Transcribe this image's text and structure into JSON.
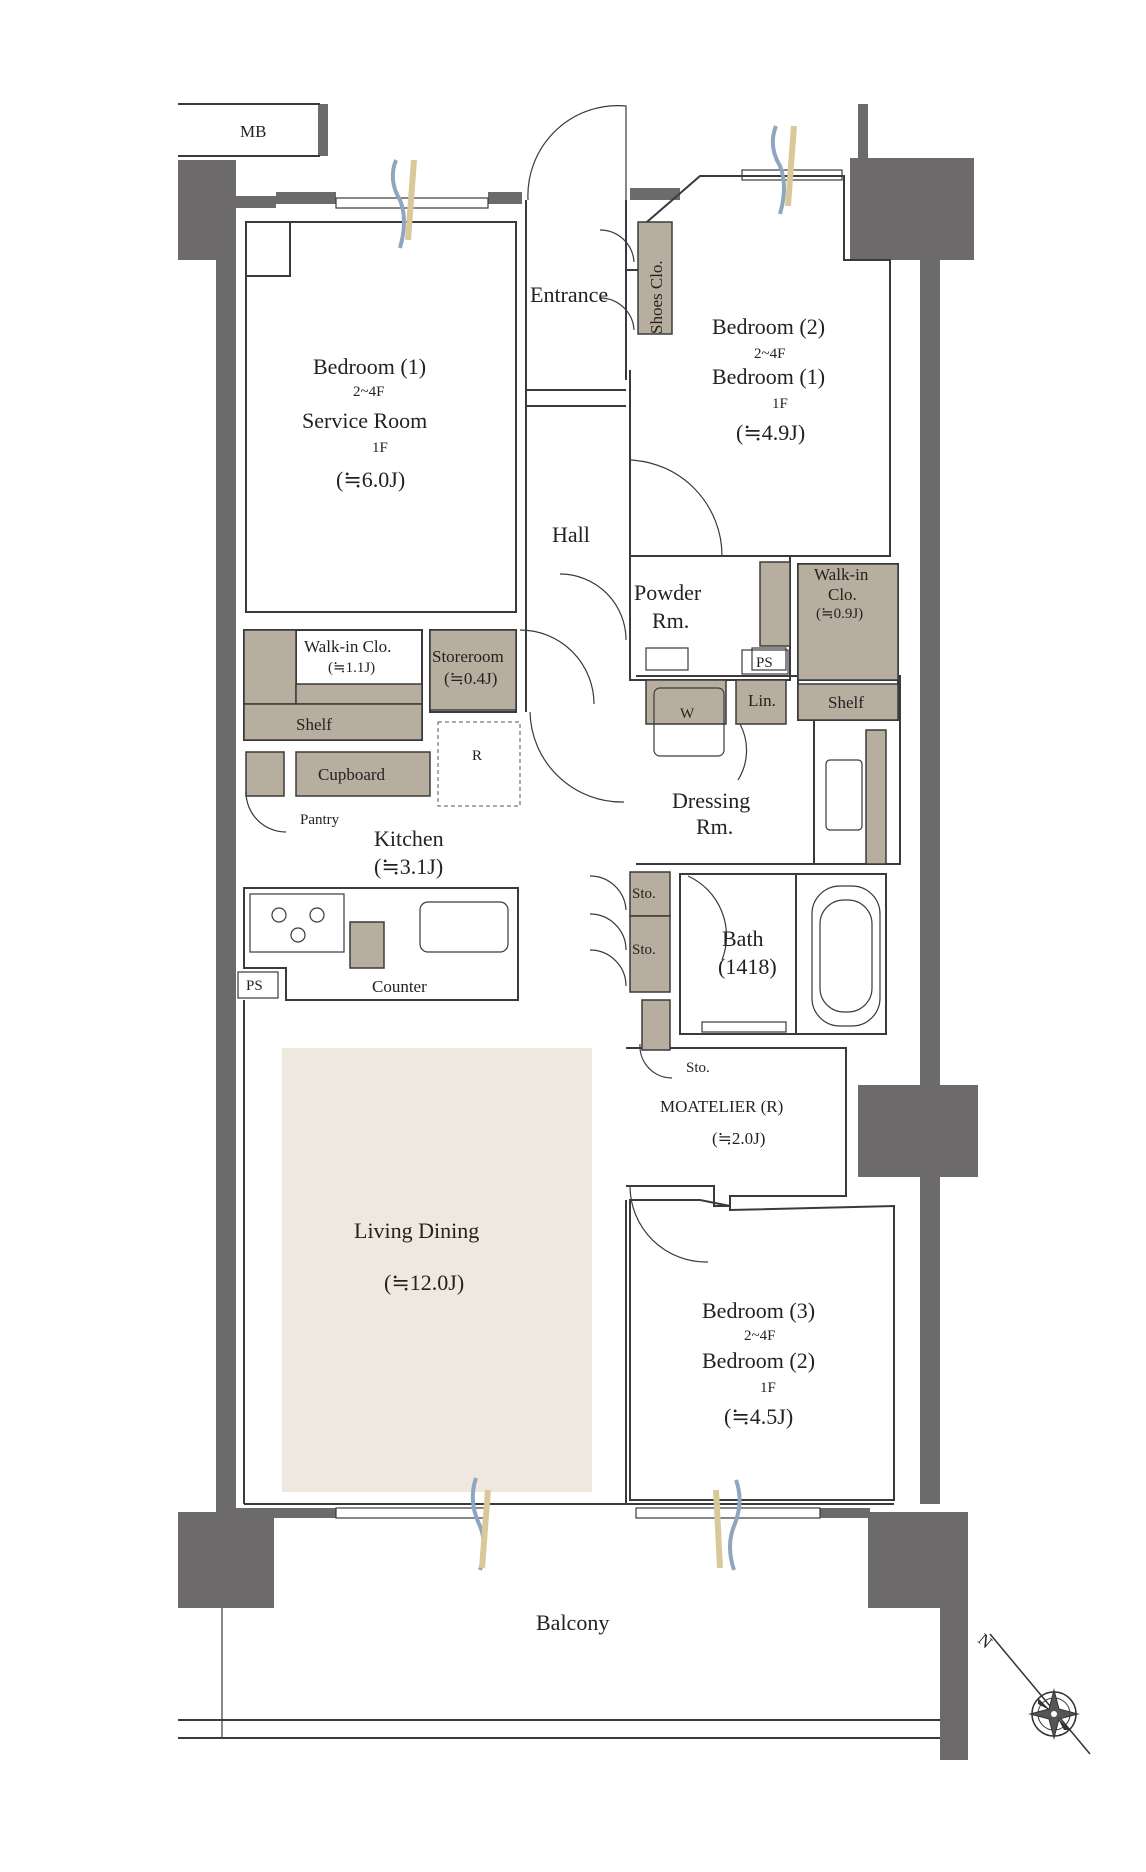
{
  "labels": {
    "mb": "MB",
    "entrance": "Entrance",
    "shoes_clo": "Shoes Clo.",
    "bedroom1_name": "Bedroom (1)",
    "bedroom1_floor_a": "2~4F",
    "bedroom1_alt": "Service Room",
    "bedroom1_floor_b": "1F",
    "bedroom1_size": "(≒6.0J)",
    "bedroom2_name": "Bedroom (2)",
    "bedroom2_floor_a": "2~4F",
    "bedroom2_alt": "Bedroom (1)",
    "bedroom2_floor_b": "1F",
    "bedroom2_size": "(≒4.9J)",
    "hall": "Hall",
    "powder_1": "Powder",
    "powder_2": "Rm.",
    "walkin2_1": "Walk-in",
    "walkin2_2": "Clo.",
    "walkin2_size": "(≒0.9J)",
    "shelf_right": "Shelf",
    "ps_top": "PS",
    "walkin1": "Walk-in Clo.",
    "walkin1_size": "(≒1.1J)",
    "shelf_left": "Shelf",
    "storeroom": "Storeroom",
    "storeroom_size": "(≒0.4J)",
    "w": "W",
    "lin": "Lin.",
    "r_mark": "R",
    "cupboard": "Cupboard",
    "pantry": "Pantry",
    "kitchen": "Kitchen",
    "kitchen_size": "(≒3.1J)",
    "dressing_1": "Dressing",
    "dressing_2": "Rm.",
    "sto_1": "Sto.",
    "sto_2": "Sto.",
    "bath": "Bath",
    "bath_size": "(1418)",
    "ps_kitchen": "PS",
    "counter": "Counter",
    "sto_3": "Sto.",
    "moatelier": "MOATELIER (R)",
    "moatelier_size": "(≒2.0J)",
    "living": "Living Dining",
    "living_size": "(≒12.0J)",
    "bedroom3_name": "Bedroom (3)",
    "bedroom3_floor_a": "2~4F",
    "bedroom3_alt": "Bedroom (2)",
    "bedroom3_floor_b": "1F",
    "bedroom3_size": "(≒4.5J)",
    "balcony": "Balcony",
    "north": "N"
  },
  "colors": {
    "wall": "#6c6a6a",
    "storage": "#b8ae9f",
    "living_floor": "#efe8de",
    "airflow_blue": "#8fa6c0",
    "airflow_gold": "#d9c99a"
  }
}
